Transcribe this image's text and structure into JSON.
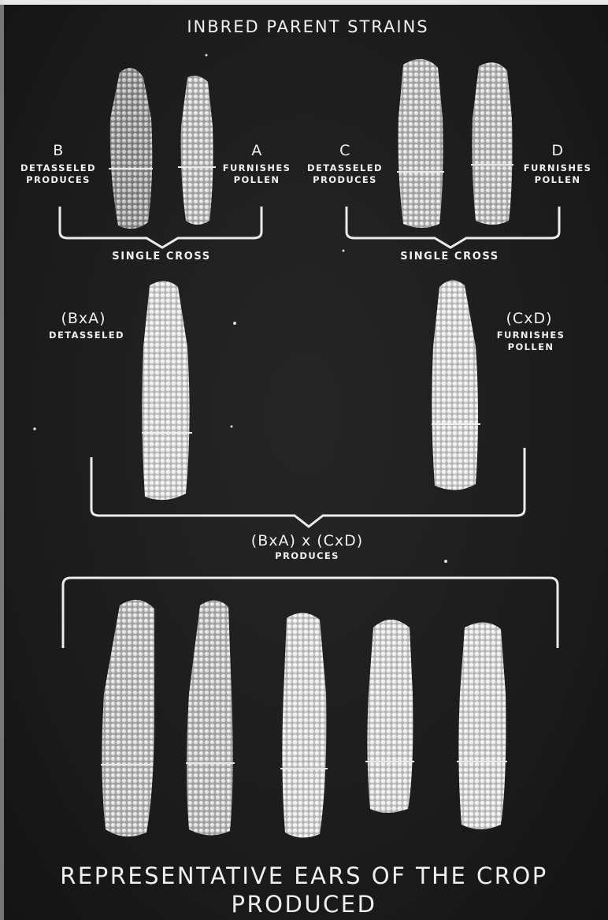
{
  "title": "INBRED PARENT STRAINS",
  "parents": {
    "b": {
      "letter": "B",
      "line1": "DETASSELED",
      "line2": "PRODUCES"
    },
    "a": {
      "letter": "A",
      "line1": "FURNISHES",
      "line2": "POLLEN"
    },
    "c": {
      "letter": "C",
      "line1": "DETASSELED",
      "line2": "PRODUCES"
    },
    "d": {
      "letter": "D",
      "line1": "FURNISHES",
      "line2": "POLLEN"
    }
  },
  "single_cross_left": "SINGLE CROSS",
  "single_cross_right": "SINGLE CROSS",
  "bxa": {
    "label": "(BxA)",
    "line1": "DETASSELED"
  },
  "cxd": {
    "label": "(CxD)",
    "line1": "FURNISHES",
    "line2": "POLLEN"
  },
  "double_cross": {
    "label": "(BxA) x (CxD)",
    "line1": "PRODUCES"
  },
  "footer": {
    "line1": "REPRESENTATIVE EARS OF THE CROP",
    "line2": "PRODUCED"
  },
  "colors": {
    "background": "#1c1c1c",
    "ink": "#f0f0f0"
  }
}
